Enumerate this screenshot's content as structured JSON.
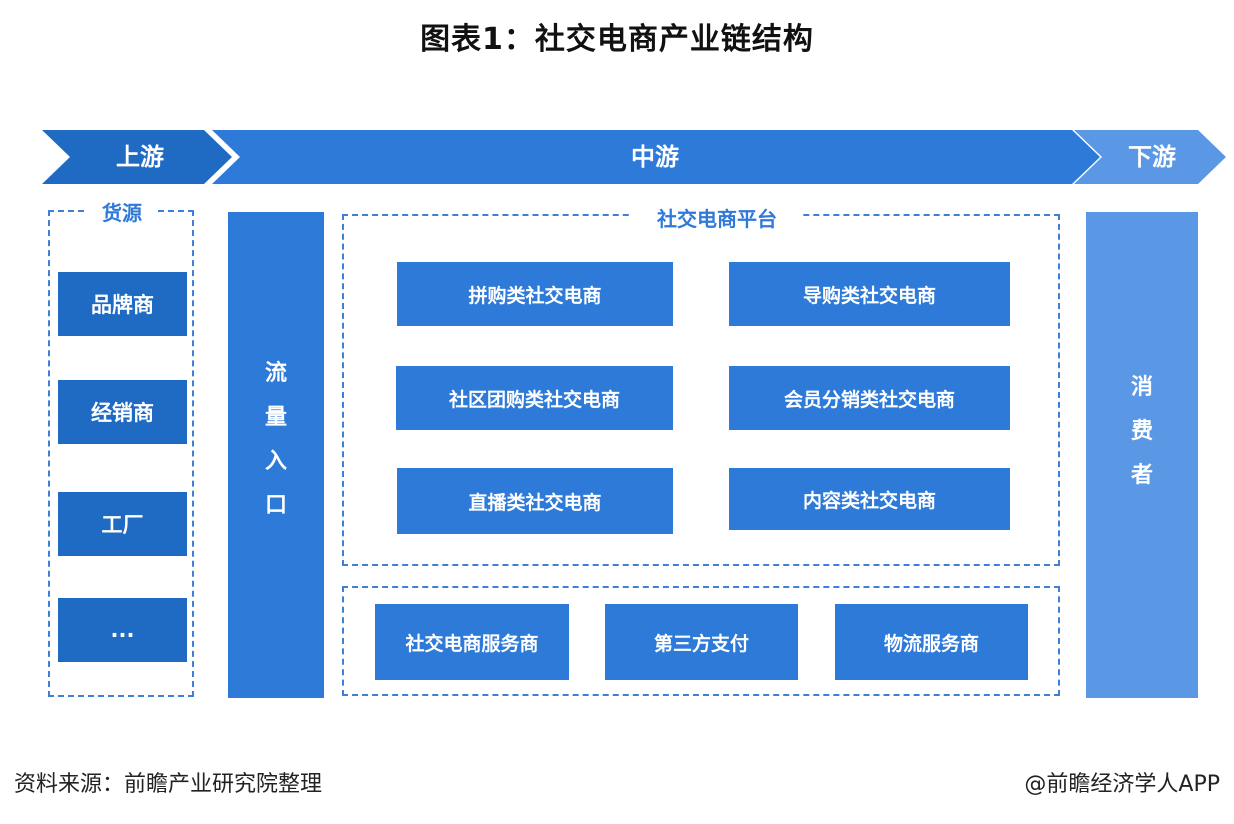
{
  "title": "图表1：社交电商产业链结构",
  "stages": {
    "upstream": "上游",
    "midstream": "中游",
    "downstream": "下游"
  },
  "upstream": {
    "group_title": "货源",
    "items": [
      "品牌商",
      "经销商",
      "工厂",
      "..."
    ]
  },
  "traffic_entry": [
    "流",
    "量",
    "入",
    "口"
  ],
  "platform": {
    "group_title": "社交电商平台",
    "items": [
      "拼购类社交电商",
      "导购类社交电商",
      "社区团购类社交电商",
      "会员分销类社交电商",
      "直播类社交电商",
      "内容类社交电商"
    ]
  },
  "services": {
    "items": [
      "社交电商服务商",
      "第三方支付",
      "物流服务商"
    ]
  },
  "consumer": [
    "消",
    "费",
    "者"
  ],
  "footer": {
    "source": "资料来源：前瞻产业研究院整理",
    "credit": "@前瞻经济学人APP"
  },
  "colors": {
    "primary": "#2e7ad8",
    "dark": "#1f6bc4",
    "light": "#5a98e6"
  }
}
